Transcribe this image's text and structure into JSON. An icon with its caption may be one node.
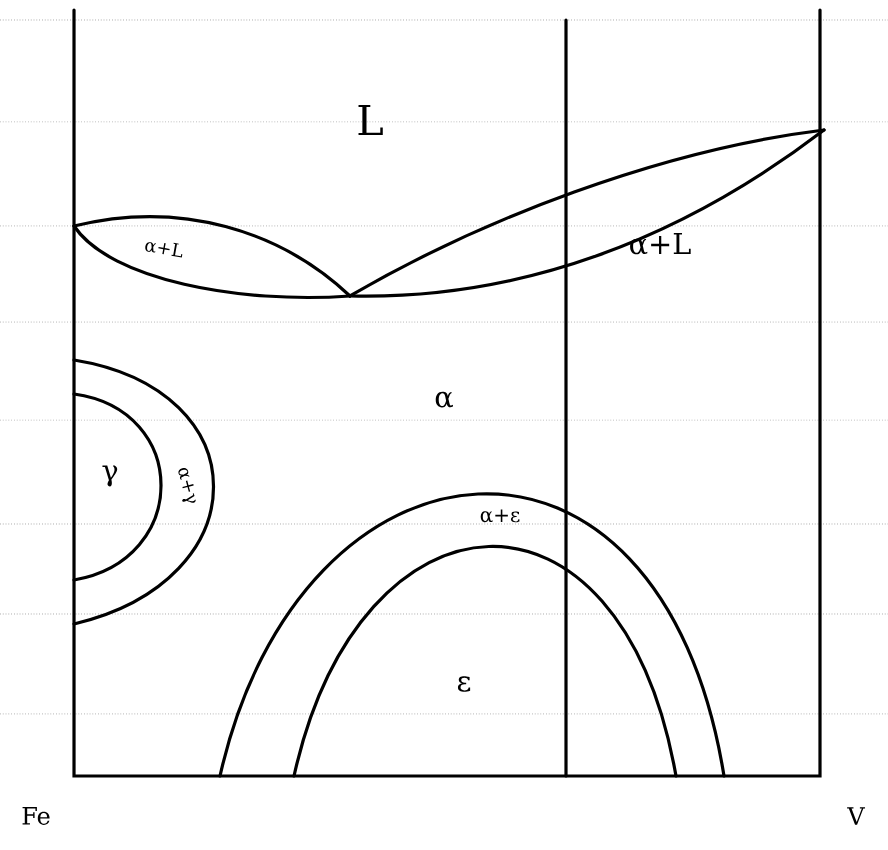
{
  "diagram": {
    "labels": [
      "L",
      "α+L",
      "α+L",
      "α",
      "γ",
      "α+γ",
      "α+ε",
      "ε",
      "Fe",
      "V"
    ]
  }
}
